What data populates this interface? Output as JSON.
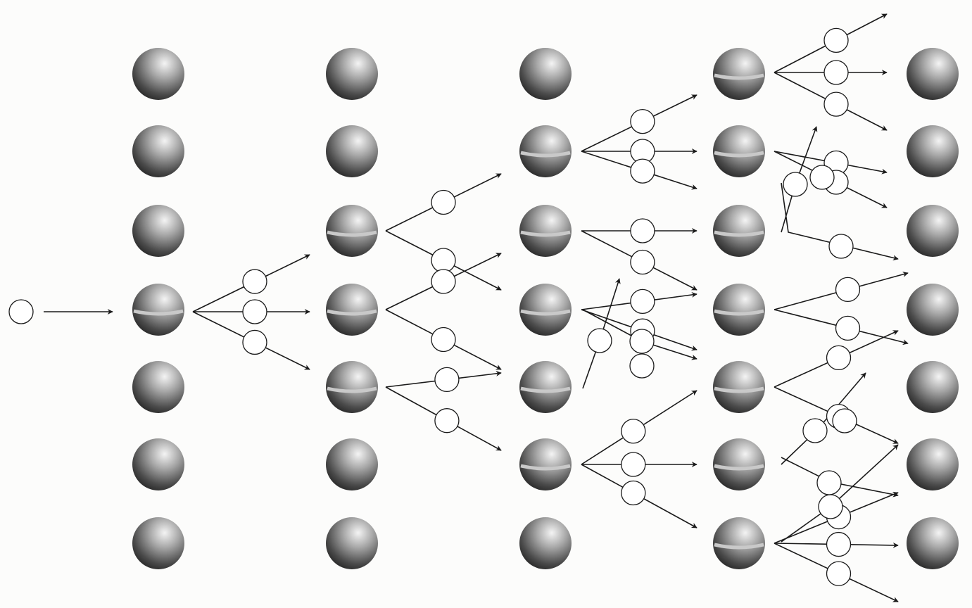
{
  "diagram": {
    "kind": "chain-reaction",
    "columns": 6,
    "rows_per_column": 7,
    "colors": {
      "background": "#fcfcfb",
      "sphere_light": "#f4f4f4",
      "sphere_mid": "#8c8c8c",
      "sphere_dark": "#1e1e1e",
      "split_band": "#c9c9c9",
      "neutron_fill": "#ffffff",
      "line": "#1a1a1a"
    },
    "split_nuclei_per_column": [
      1,
      3,
      5,
      7,
      7
    ],
    "neutrons_per_split": 3,
    "icons": [
      "nucleus-icon",
      "split-nucleus-icon",
      "neutron-icon",
      "arrow-icon"
    ]
  }
}
